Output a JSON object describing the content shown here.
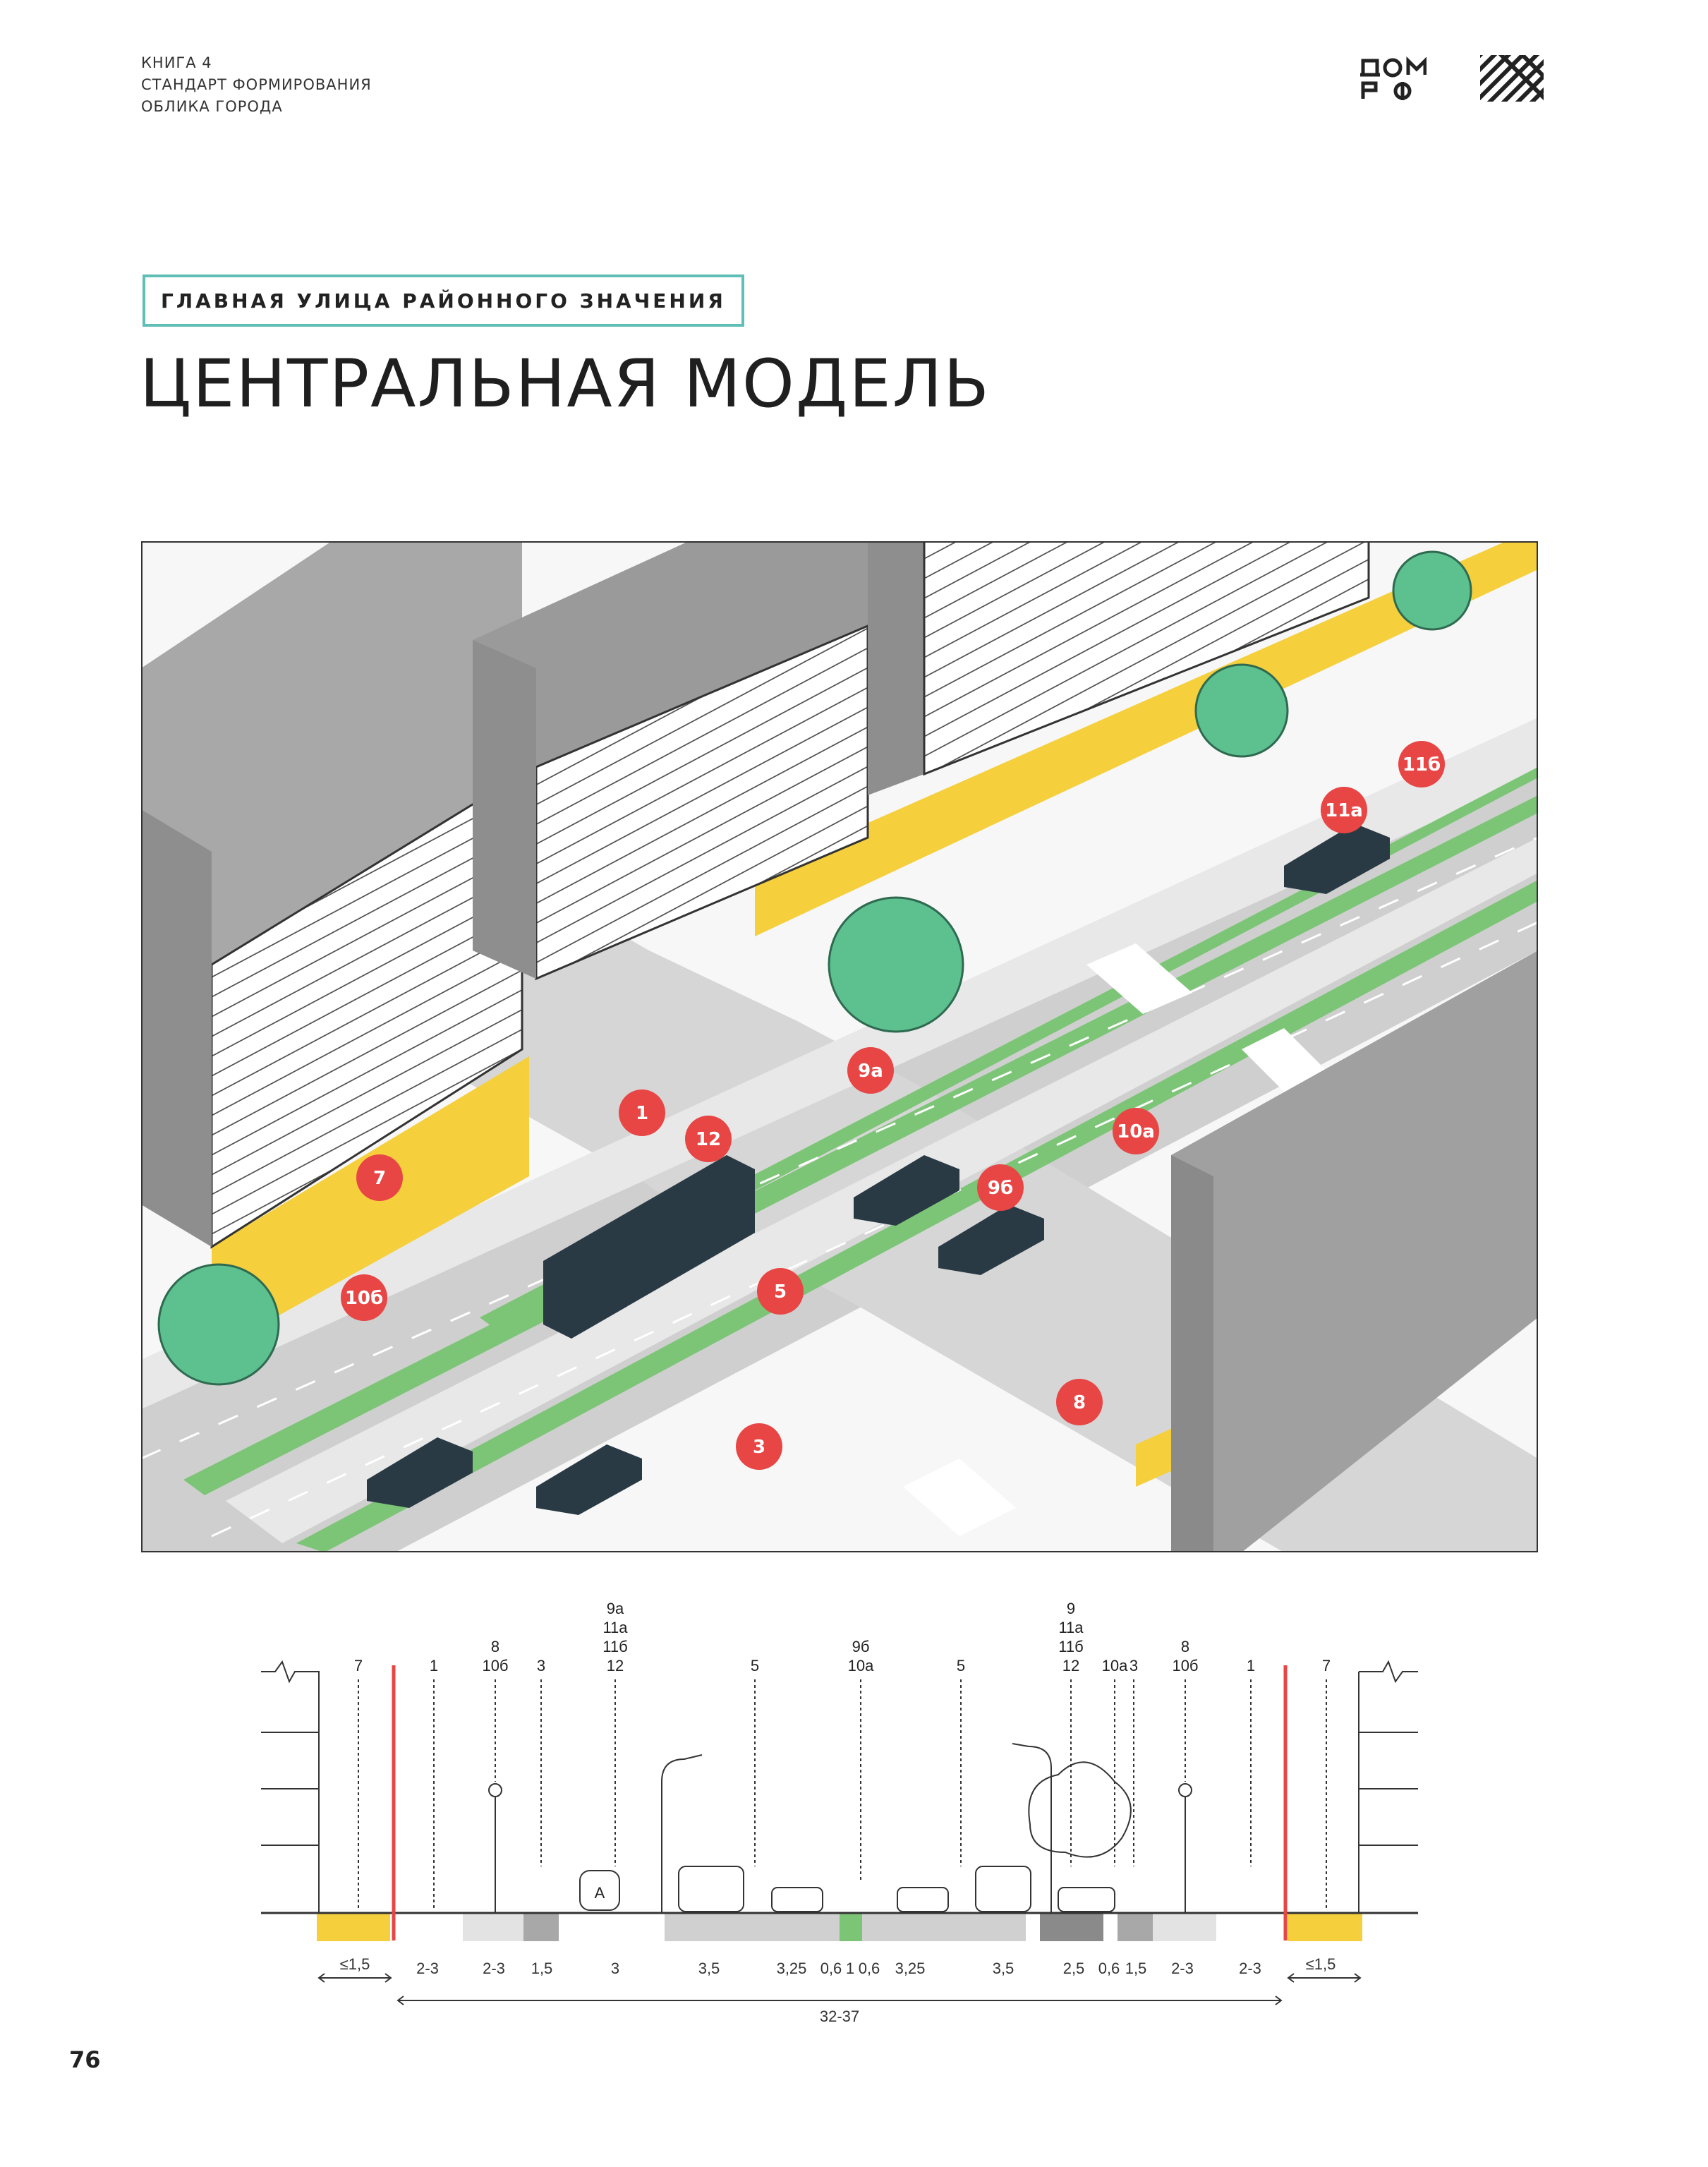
{
  "header": {
    "lines": [
      "КНИГА 4",
      "СТАНДАРТ ФОРМИРОВАНИЯ",
      "ОБЛИКА ГОРОДА"
    ]
  },
  "logos": {
    "left": "ДОМ РФ logo",
    "right": "pattern-logo"
  },
  "category_label": "ГЛАВНАЯ УЛИЦА РАЙОННОГО ЗНАЧЕНИЯ",
  "title": "ЦЕНТРАЛЬНАЯ МОДЕЛЬ",
  "illustration": {
    "markers": [
      "1",
      "12",
      "7",
      "10б",
      "5",
      "3",
      "9а",
      "10а",
      "9б",
      "8",
      "11а",
      "11б"
    ]
  },
  "cross_section": {
    "callouts": [
      {
        "lines": [
          "7"
        ]
      },
      {
        "lines": [
          "1"
        ]
      },
      {
        "lines": [
          "8",
          "10б"
        ]
      },
      {
        "lines": [
          "3"
        ]
      },
      {
        "lines": [
          "9а",
          "11а",
          "11б",
          "12"
        ]
      },
      {
        "lines": [
          "5"
        ]
      },
      {
        "lines": [
          "9б",
          "10а"
        ]
      },
      {
        "lines": [
          "5"
        ]
      },
      {
        "lines": [
          "9",
          "11а",
          "11б",
          "12"
        ]
      },
      {
        "lines": [
          "10а"
        ]
      },
      {
        "lines": [
          "3"
        ]
      },
      {
        "lines": [
          "8",
          "10б"
        ]
      },
      {
        "lines": [
          "1"
        ]
      },
      {
        "lines": [
          "7"
        ]
      }
    ],
    "widths": [
      "≤1,5",
      "2-3",
      "2-3",
      "1,5",
      "3",
      "3,5",
      "3,25",
      "0,6",
      "1",
      "0,6",
      "3,25",
      "3,5",
      "2,5",
      "0,6",
      "1,5",
      "2-3",
      "2-3",
      "≤1,5"
    ],
    "total": "32-37",
    "bus_stop_sign": "А"
  },
  "page_number": "76",
  "colors": {
    "accent_teal": "#5fbfb6",
    "marker_red": "#e84545",
    "green": "#7cc576",
    "yellow": "#f5cf3c",
    "gray_road": "#cfcfcf"
  }
}
